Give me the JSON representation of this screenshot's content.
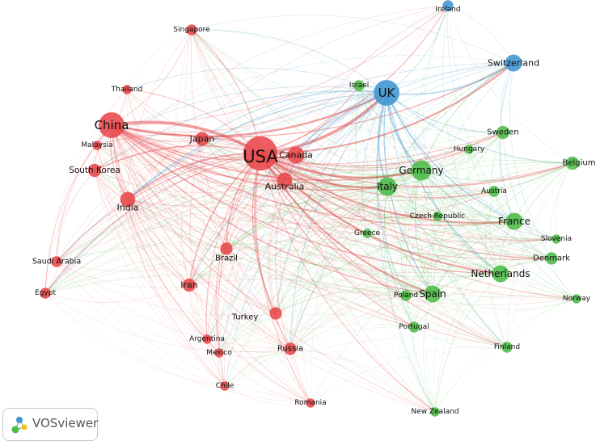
{
  "branding": {
    "name": "VOSviewer",
    "icon": "vosviewer-logo-icon"
  },
  "clusters": {
    "red": "#e8474a",
    "green": "#4cbb47",
    "blue": "#3f95d1"
  },
  "nodes": [
    {
      "id": "usa",
      "label": "USA",
      "cluster": "red",
      "weight": 10
    },
    {
      "id": "china",
      "label": "China",
      "cluster": "red",
      "weight": 6
    },
    {
      "id": "uk",
      "label": "UK",
      "cluster": "blue",
      "weight": 6
    },
    {
      "id": "switzerland",
      "label": "Switzerland",
      "cluster": "blue",
      "weight": 3
    },
    {
      "id": "ireland",
      "label": "Ireland",
      "cluster": "blue",
      "weight": 1.5
    },
    {
      "id": "israel",
      "label": "Israel",
      "cluster": "green",
      "weight": 1.5
    },
    {
      "id": "singapore",
      "label": "Singapore",
      "cluster": "red",
      "weight": 1.5
    },
    {
      "id": "thailand",
      "label": "Thailand",
      "cluster": "red",
      "weight": 1.2
    },
    {
      "id": "malaysia",
      "label": "Malaysia",
      "cluster": "red",
      "weight": 1.2
    },
    {
      "id": "japan",
      "label": "Japan",
      "cluster": "red",
      "weight": 2.2
    },
    {
      "id": "canada",
      "label": "Canada",
      "cluster": "red",
      "weight": 3
    },
    {
      "id": "southkorea",
      "label": "South Korea",
      "cluster": "red",
      "weight": 2
    },
    {
      "id": "india",
      "label": "India",
      "cluster": "red",
      "weight": 2.5
    },
    {
      "id": "australia",
      "label": "Australia",
      "cluster": "red",
      "weight": 2.5
    },
    {
      "id": "germany",
      "label": "Germany",
      "cluster": "green",
      "weight": 4
    },
    {
      "id": "italy",
      "label": "Italy",
      "cluster": "green",
      "weight": 3.5
    },
    {
      "id": "sweden",
      "label": "Sweden",
      "cluster": "green",
      "weight": 2
    },
    {
      "id": "hungary",
      "label": "Hungary",
      "cluster": "green",
      "weight": 1.2
    },
    {
      "id": "belgium",
      "label": "Belgium",
      "cluster": "green",
      "weight": 2
    },
    {
      "id": "austria",
      "label": "Austria",
      "cluster": "green",
      "weight": 1.5
    },
    {
      "id": "czech",
      "label": "Czech Republic",
      "cluster": "green",
      "weight": 1.2
    },
    {
      "id": "france",
      "label": "France",
      "cluster": "green",
      "weight": 3
    },
    {
      "id": "greece",
      "label": "Greece",
      "cluster": "green",
      "weight": 1.2
    },
    {
      "id": "slovenia",
      "label": "Slovenia",
      "cluster": "green",
      "weight": 1.2
    },
    {
      "id": "denmark",
      "label": "Denmark",
      "cluster": "green",
      "weight": 1.8
    },
    {
      "id": "netherlands",
      "label": "Netherlands",
      "cluster": "green",
      "weight": 3
    },
    {
      "id": "spain",
      "label": "Spain",
      "cluster": "green",
      "weight": 3
    },
    {
      "id": "poland",
      "label": "Poland",
      "cluster": "green",
      "weight": 1.5
    },
    {
      "id": "norway",
      "label": "Norway",
      "cluster": "green",
      "weight": 1.2
    },
    {
      "id": "portugal",
      "label": "Portugal",
      "cluster": "green",
      "weight": 1.5
    },
    {
      "id": "finland",
      "label": "Finland",
      "cluster": "green",
      "weight": 1.5
    },
    {
      "id": "newzealand",
      "label": "New Zealand",
      "cluster": "green",
      "weight": 1.2
    },
    {
      "id": "saudi",
      "label": "Saudi Arabia",
      "cluster": "red",
      "weight": 1.5
    },
    {
      "id": "egypt",
      "label": "Egypt",
      "cluster": "red",
      "weight": 1.5
    },
    {
      "id": "brazil",
      "label": "Brazil",
      "cluster": "red",
      "weight": 1.8
    },
    {
      "id": "iran",
      "label": "Iran",
      "cluster": "red",
      "weight": 2
    },
    {
      "id": "turkey",
      "label": "Turkey",
      "cluster": "red",
      "weight": 1.8
    },
    {
      "id": "argentina",
      "label": "Argentina",
      "cluster": "red",
      "weight": 1.2
    },
    {
      "id": "mexico",
      "label": "Mexico",
      "cluster": "red",
      "weight": 1.2
    },
    {
      "id": "russia",
      "label": "Russia",
      "cluster": "red",
      "weight": 1.8
    },
    {
      "id": "chile",
      "label": "Chile",
      "cluster": "red",
      "weight": 1.2
    },
    {
      "id": "romania",
      "label": "Romania",
      "cluster": "red",
      "weight": 1.2
    }
  ]
}
